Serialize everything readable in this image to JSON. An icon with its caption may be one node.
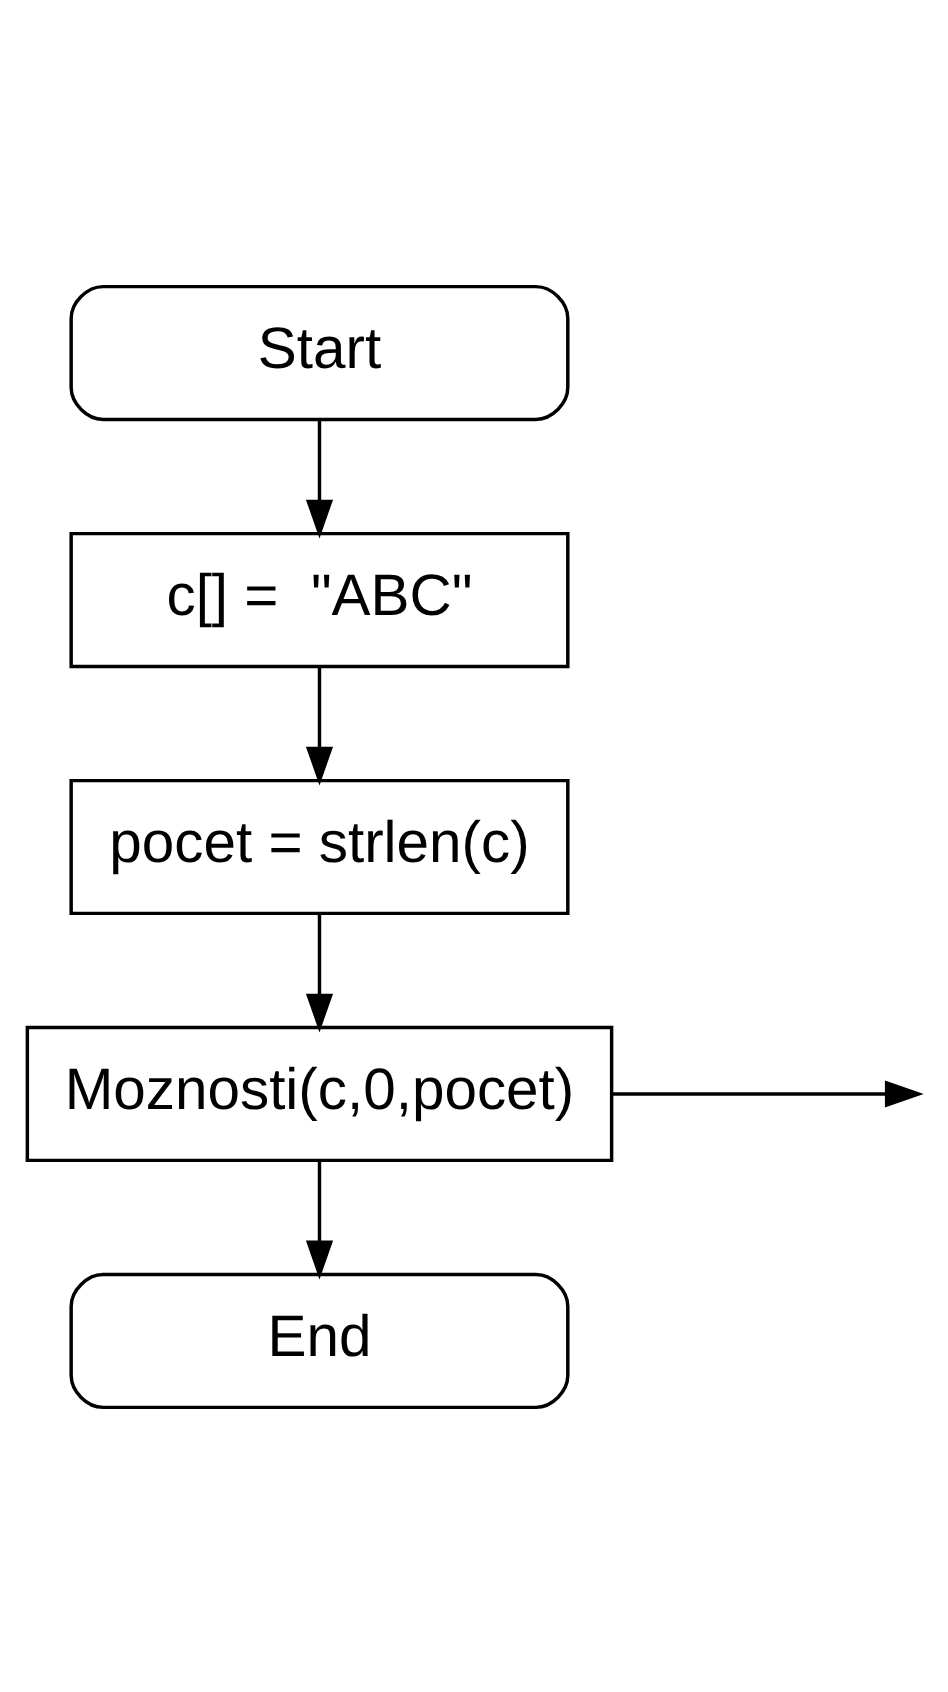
{
  "diagram": {
    "nodes": [
      {
        "text": [
          "Start"
        ]
      },
      {
        "text": [
          "c[] =  \"ABC\""
        ]
      },
      {
        "text": [
          "pocet = strlen(c)"
        ]
      },
      {
        "text": [
          "Moznosti(c,0,pocet)"
        ]
      },
      {
        "text": [
          "End"
        ]
      }
    ],
    "edges": [
      {
        "from": 0,
        "to": 1,
        "arrow": "to"
      },
      {
        "from": 1,
        "to": 2,
        "arrow": "to"
      },
      {
        "from": 2,
        "to": 3,
        "arrow": "to"
      },
      {
        "from": 3,
        "to": 4,
        "arrow": "to"
      },
      {
        "from": 3,
        "to": null,
        "arrow": "to"
      }
    ]
  }
}
